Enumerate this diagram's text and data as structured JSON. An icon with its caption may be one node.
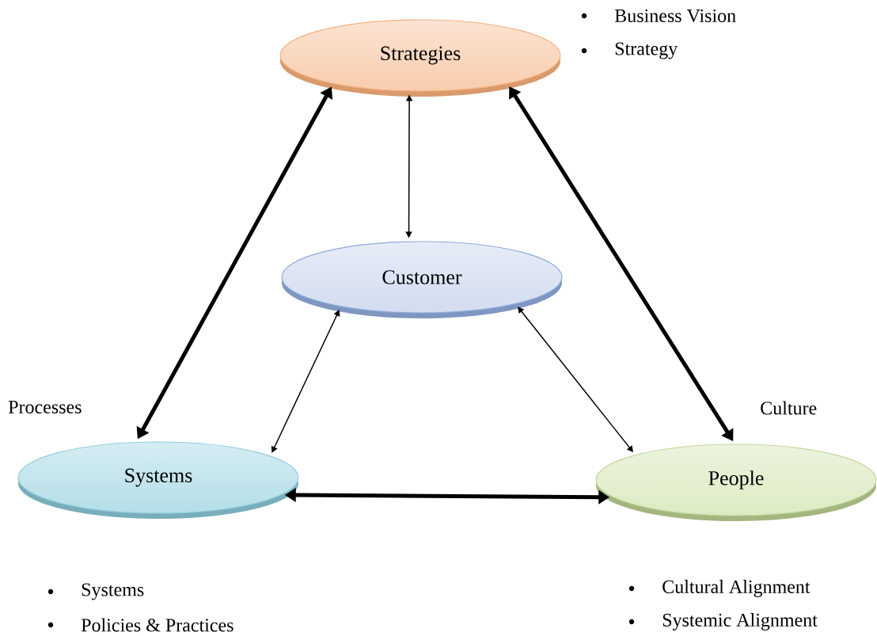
{
  "diagram": {
    "nodes": [
      {
        "text": [
          "Strategies"
        ],
        "beside": [
          "Business Vision",
          "Strategy"
        ]
      },
      {
        "text": [
          "Customer"
        ]
      },
      {
        "text": [
          "Systems"
        ],
        "beside": [
          "Processes",
          "Systems",
          "Policies & Practices"
        ]
      },
      {
        "text": [
          "People"
        ],
        "beside": [
          "Culture",
          "Cultural Alignment",
          "Systemic Alignment"
        ]
      }
    ],
    "edges": [
      {
        "from": 0,
        "to": 2,
        "arrow": "both",
        "style": "thick"
      },
      {
        "from": 0,
        "to": 3,
        "arrow": "both",
        "style": "thick"
      },
      {
        "from": 0,
        "to": 1,
        "arrow": "both"
      },
      {
        "from": 1,
        "to": 2,
        "arrow": "both"
      },
      {
        "from": 1,
        "to": 3,
        "arrow": "both"
      },
      {
        "from": 2,
        "to": 3,
        "arrow": "both",
        "style": "thick"
      }
    ]
  }
}
